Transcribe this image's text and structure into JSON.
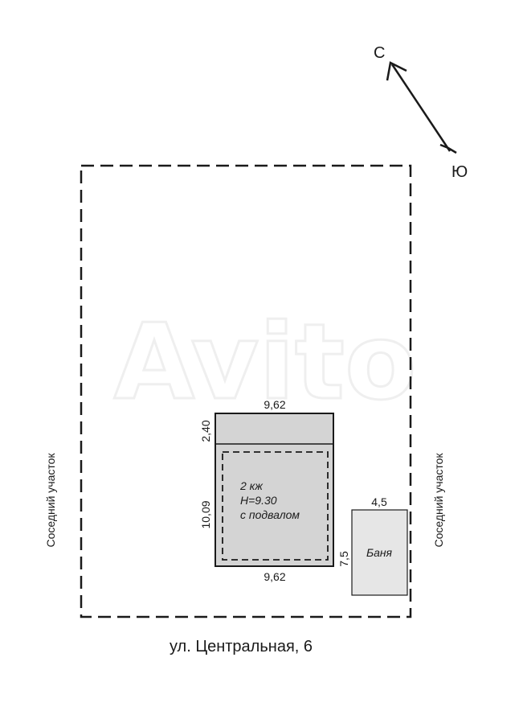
{
  "compass": {
    "north": "С",
    "south": "Ю"
  },
  "plot": {
    "left_neighbor": "Соседний участок",
    "right_neighbor": "Соседний участок",
    "street": "ул. Центральная, 6"
  },
  "house": {
    "width_top": "9,62",
    "width_bottom": "9,62",
    "porch_depth": "2,40",
    "depth": "10,09",
    "line1": "2 кж",
    "line2": "Н=9.30",
    "line3": "с подвалом"
  },
  "bathhouse": {
    "label": "Баня",
    "width": "4,5",
    "depth": "7,5"
  },
  "watermark": "Avito",
  "colors": {
    "building_fill": "#d4d4d4",
    "bath_fill": "#e6e6e6",
    "line": "#1a1a1a"
  }
}
